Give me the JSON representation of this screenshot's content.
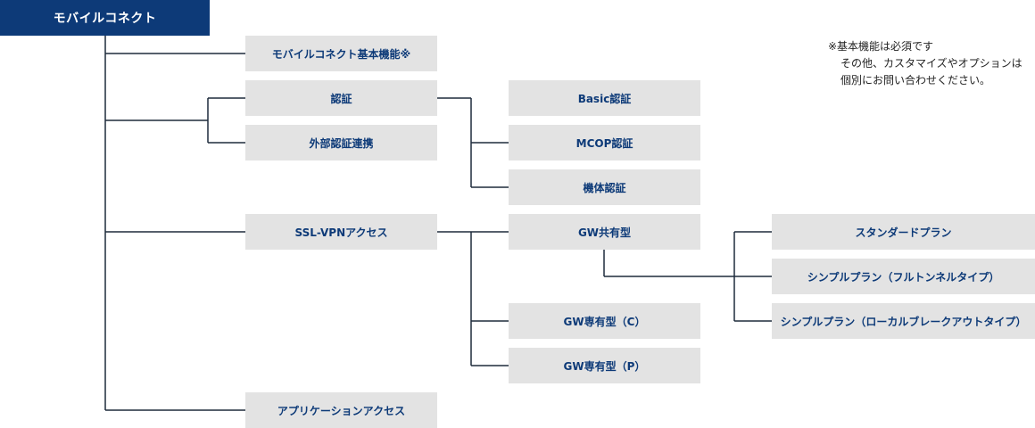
{
  "root": {
    "label": "モバイルコネクト"
  },
  "level1": [
    {
      "id": "basic",
      "label": "モバイルコネクト基本機能※"
    },
    {
      "id": "auth",
      "label": "認証"
    },
    {
      "id": "ext-auth",
      "label": "外部認証連携"
    },
    {
      "id": "ssl-vpn",
      "label": "SSL-VPNアクセス"
    },
    {
      "id": "app-access",
      "label": "アプリケーションアクセス"
    }
  ],
  "auth_children": [
    {
      "id": "basic-auth",
      "label": "Basic認証"
    },
    {
      "id": "mcop-auth",
      "label": "MCOP認証"
    },
    {
      "id": "device-auth",
      "label": "機体認証"
    }
  ],
  "vpn_children": [
    {
      "id": "gw-shared",
      "label": "GW共有型"
    },
    {
      "id": "gw-dedicated-c",
      "label": "GW専有型（C）"
    },
    {
      "id": "gw-dedicated-p",
      "label": "GW専有型（P）"
    }
  ],
  "plans": [
    {
      "id": "standard-plan",
      "label": "スタンダードプラン"
    },
    {
      "id": "simple-plan-full",
      "label": "シンプルプラン（フルトンネルタイプ）"
    },
    {
      "id": "simple-plan-local",
      "label": "シンプルプラン（ローカルブレークアウトタイプ）"
    }
  ],
  "note": {
    "line1": "※基本機能は必須です",
    "line2": "その他、カスタマイズやオプションは",
    "line3": "個別にお問い合わせください。"
  }
}
